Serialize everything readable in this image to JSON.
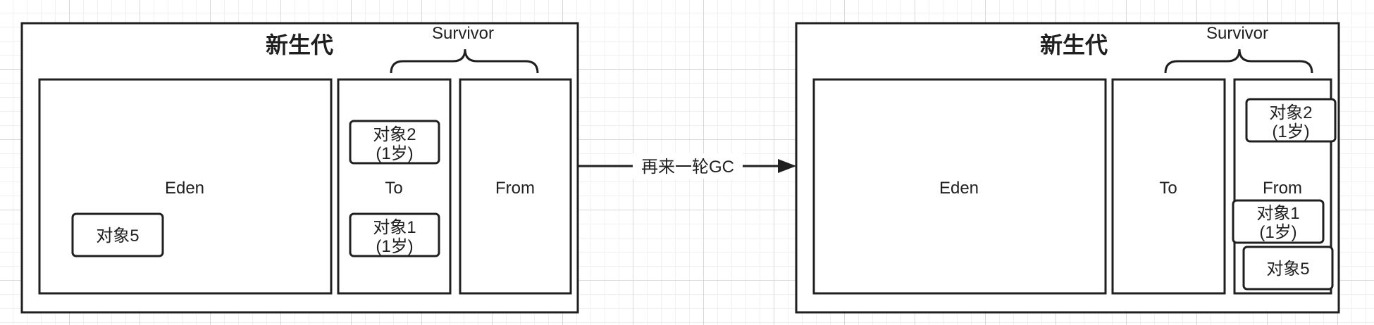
{
  "before": {
    "title": "新生代",
    "survivor_label": "Survivor",
    "eden_label": "Eden",
    "to_label": "To",
    "from_label": "From",
    "eden_objects": [
      {
        "line1": "对象5"
      }
    ],
    "to_objects": [
      {
        "line1": "对象2",
        "line2": "(1岁)"
      },
      {
        "line1": "对象1",
        "line2": "(1岁)"
      }
    ]
  },
  "arrow_label": "再来一轮GC",
  "after": {
    "title": "新生代",
    "survivor_label": "Survivor",
    "eden_label": "Eden",
    "to_label": "To",
    "from_label": "From",
    "from_objects": [
      {
        "line1": "对象2",
        "line2": "(1岁)"
      },
      {
        "line1": "对象1",
        "line2": "(1岁)"
      },
      {
        "line1": "对象5"
      }
    ]
  }
}
